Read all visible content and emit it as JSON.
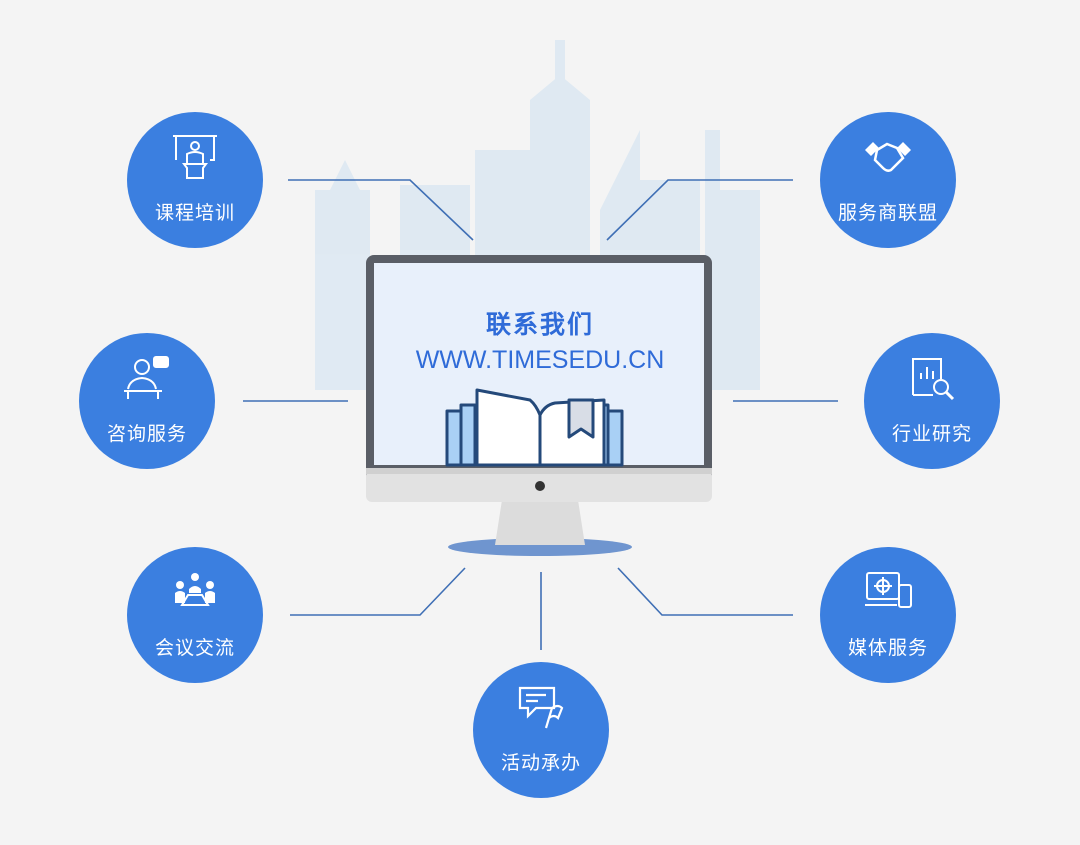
{
  "center": {
    "title": "联系我们",
    "url": "WWW.TIMESEDU.CN"
  },
  "services": [
    {
      "label": "课程培训",
      "icon": "lecture-podium-icon"
    },
    {
      "label": "服务商联盟",
      "icon": "handshake-icon"
    },
    {
      "label": "咨询服务",
      "icon": "consultant-chat-icon"
    },
    {
      "label": "行业研究",
      "icon": "report-magnifier-icon"
    },
    {
      "label": "会议交流",
      "icon": "meeting-icon"
    },
    {
      "label": "媒体服务",
      "icon": "media-devices-icon"
    },
    {
      "label": "活动承办",
      "icon": "event-flag-icon"
    }
  ],
  "colors": {
    "accent": "#3b7fe0",
    "text_blue": "#2f6bd8",
    "background": "#f4f4f4"
  }
}
